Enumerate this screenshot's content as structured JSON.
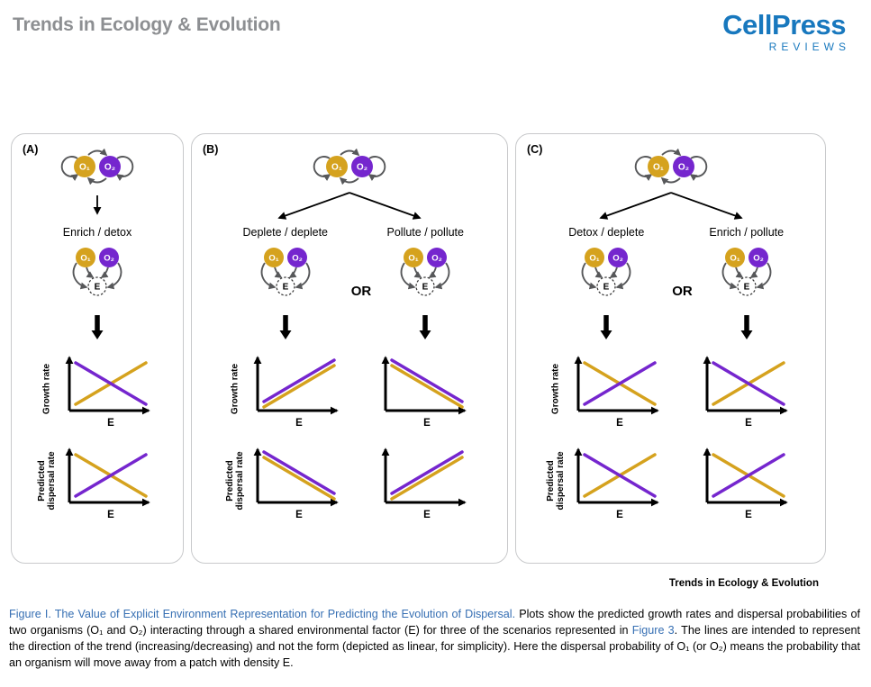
{
  "colors": {
    "gold": "#D5A21E",
    "purple": "#7526CE",
    "arrow_gray": "#57585A",
    "axis_black": "#000000",
    "logo_blue": "#1878BE",
    "header_gray": "#8D8F92",
    "caption_blue": "#366FB3",
    "panel_border": "#C8C9CB"
  },
  "header": {
    "journal_title": "Trends in Ecology & Evolution",
    "logo_cell": "Cell",
    "logo_press": "Press",
    "logo_reviews": "REVIEWS"
  },
  "organisms": {
    "o1": "O₁",
    "o2": "O₂",
    "e": "E"
  },
  "axes": {
    "growth_label": "Growth rate",
    "dispersal_label": "Predicted dispersal rate",
    "x_label": "E"
  },
  "panels": [
    {
      "label": "(A)",
      "or_label": "",
      "scenarios": [
        {
          "title": "Enrich / detox",
          "charts": {
            "growth": {
              "o1": "up",
              "o2": "down"
            },
            "dispersal": {
              "o1": "down",
              "o2": "up"
            }
          }
        }
      ]
    },
    {
      "label": "(B)",
      "or_label": "OR",
      "scenarios": [
        {
          "title": "Deplete / deplete",
          "charts": {
            "growth": {
              "o1": "up",
              "o2": "up"
            },
            "dispersal": {
              "o1": "down",
              "o2": "down"
            }
          }
        },
        {
          "title": "Pollute / pollute",
          "charts": {
            "growth": {
              "o1": "down",
              "o2": "down"
            },
            "dispersal": {
              "o1": "up",
              "o2": "up"
            }
          }
        }
      ]
    },
    {
      "label": "(C)",
      "or_label": "OR",
      "scenarios": [
        {
          "title": "Detox / deplete",
          "charts": {
            "growth": {
              "o1": "down",
              "o2": "up"
            },
            "dispersal": {
              "o1": "up",
              "o2": "down"
            }
          }
        },
        {
          "title": "Enrich / pollute",
          "charts": {
            "growth": {
              "o1": "up",
              "o2": "down"
            },
            "dispersal": {
              "o1": "down",
              "o2": "up"
            }
          }
        }
      ]
    }
  ],
  "footer_signature": "Trends in Ecology & Evolution",
  "caption": {
    "title": "Figure I. The Value of Explicit Environment Representation for Predicting the Evolution of Dispersal.",
    "body_before_link": " Plots show the predicted growth rates and dispersal probabilities of two organisms (O₁ and O₂) interacting through a shared environmental factor (E) for three of the scenarios represented in ",
    "link_text": "Figure 3",
    "body_after_link": ". The lines are intended to represent the direction of the trend (increasing/decreasing) and not the form (depicted as linear, for simplicity). Here the dispersal probability of O₁ (or O₂) means the probability that an organism will move away from a patch with density E."
  }
}
